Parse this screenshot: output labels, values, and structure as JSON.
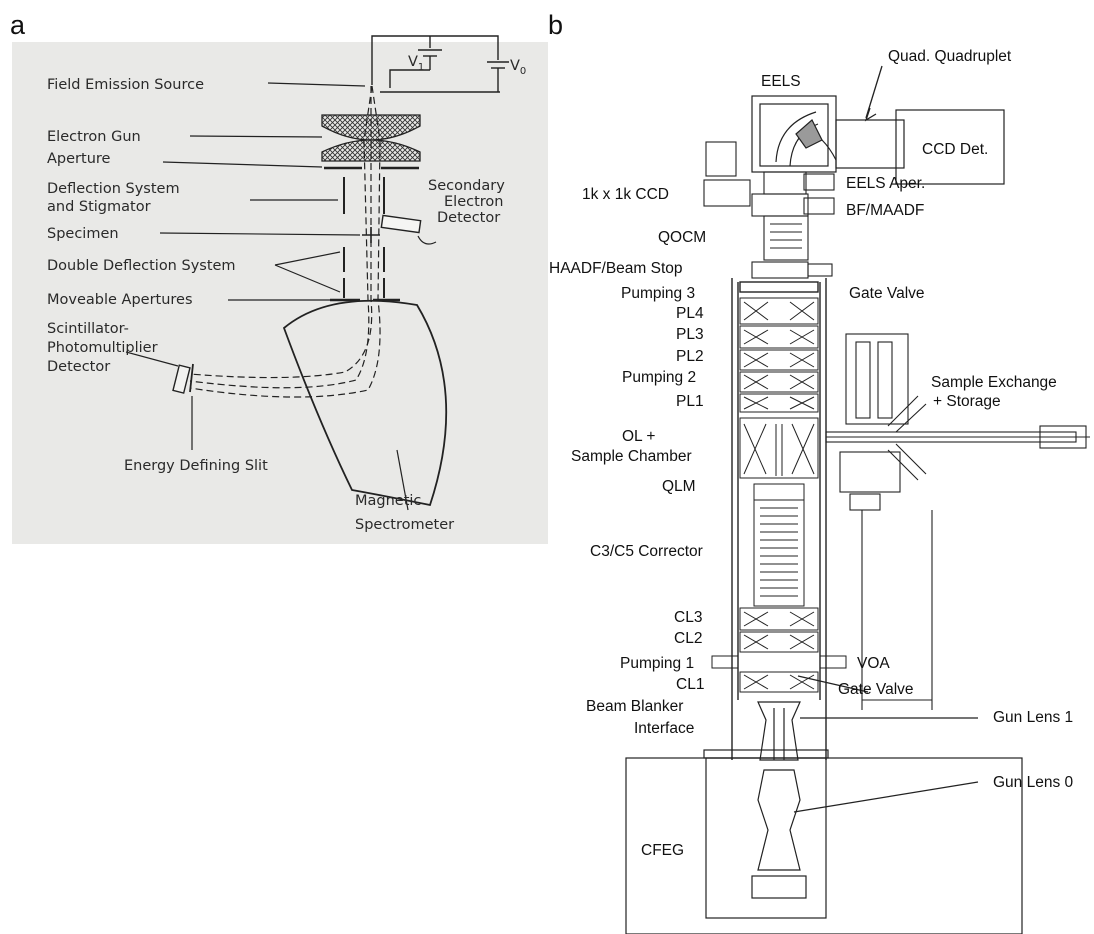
{
  "panel_a": {
    "letter": "a",
    "labels": {
      "field_emission_source": "Field Emission Source",
      "electron_gun": "Electron Gun",
      "aperture": "Aperture",
      "deflection_line1": "Deflection System",
      "deflection_line2": "and Stigmator",
      "secondary_line1": "Secondary",
      "secondary_line2": "Electron",
      "secondary_line3": "Detector",
      "specimen": "Specimen",
      "double_deflection": "Double Deflection System",
      "moveable_apertures": "Moveable Apertures",
      "scint_line1": "Scintillator-",
      "scint_line2": "Photomultiplier",
      "scint_line3": "Detector",
      "energy_slit": "Energy Defining Slit",
      "magnetic_line1": "Magnetic",
      "magnetic_line2": "Spectrometer",
      "v1": "V",
      "v1_sub": "1",
      "v0": "V",
      "v0_sub": "0"
    },
    "colors": {
      "paper": "#e9e9e7",
      "ink": "#2a2a2a"
    }
  },
  "panel_b": {
    "letter": "b",
    "labels": {
      "quad_quadruplet": "Quad. Quadruplet",
      "eels": "EELS",
      "ccd_det": "CCD Det.",
      "eels_aper": "EELS Aper.",
      "ccd_1k": "1k x 1k CCD",
      "bf_maadf": "BF/MAADF",
      "qocm": "QOCM",
      "haadf": "HAADF/Beam Stop",
      "pumping3": "Pumping 3",
      "gate_valve_top": "Gate Valve",
      "pl4": "PL4",
      "pl3": "PL3",
      "pl2": "PL2",
      "pumping2": "Pumping 2",
      "sample_exchange_line1": "Sample Exchange",
      "sample_exchange_line2": "+ Storage",
      "pl1": "PL1",
      "ol_line1": "OL +",
      "ol_line2": "Sample Chamber",
      "qlm": "QLM",
      "corrector": "C3/C5 Corrector",
      "cl3": "CL3",
      "cl2": "CL2",
      "pumping1": "Pumping 1",
      "voa": "VOA",
      "cl1": "CL1",
      "gate_valve_bottom": "Gate Valve",
      "beam_blanker_line1": "Beam Blanker",
      "beam_blanker_line2": "Interface",
      "gun_lens1": "Gun Lens 1",
      "gun_lens0": "Gun Lens 0",
      "cfeg": "CFEG"
    },
    "colors": {
      "ink": "#222222"
    }
  }
}
